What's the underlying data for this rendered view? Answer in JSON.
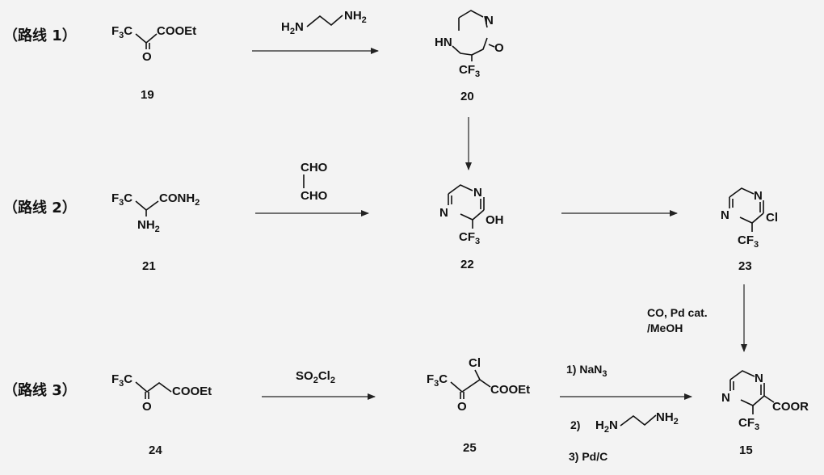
{
  "routes": {
    "r1": "（路线 1）",
    "r2": "（路线 2）",
    "r3": "（路线 3）"
  },
  "compounds": {
    "c19": "19",
    "c20": "20",
    "c21": "21",
    "c22": "22",
    "c23": "23",
    "c24": "24",
    "c25": "25",
    "c15": "15"
  },
  "atoms": {
    "F3C": "F3C",
    "COOEt": "COOEt",
    "O": "O",
    "HN": "HN",
    "N": "N",
    "CF3": "CF3",
    "CONH2": "CONH2",
    "NH2": "NH2",
    "OH": "OH",
    "Cl": "Cl",
    "COOR": "COOR",
    "CHO": "CHO",
    "H2N": "H2N"
  },
  "conditions": {
    "step4_line1": "CO, Pd cat.",
    "step4_line2": "/MeOH",
    "step6_1": "1) NaN3",
    "step6_2": "2)",
    "step6_3": "3) Pd/C",
    "so2cl2": "SO2Cl2"
  }
}
